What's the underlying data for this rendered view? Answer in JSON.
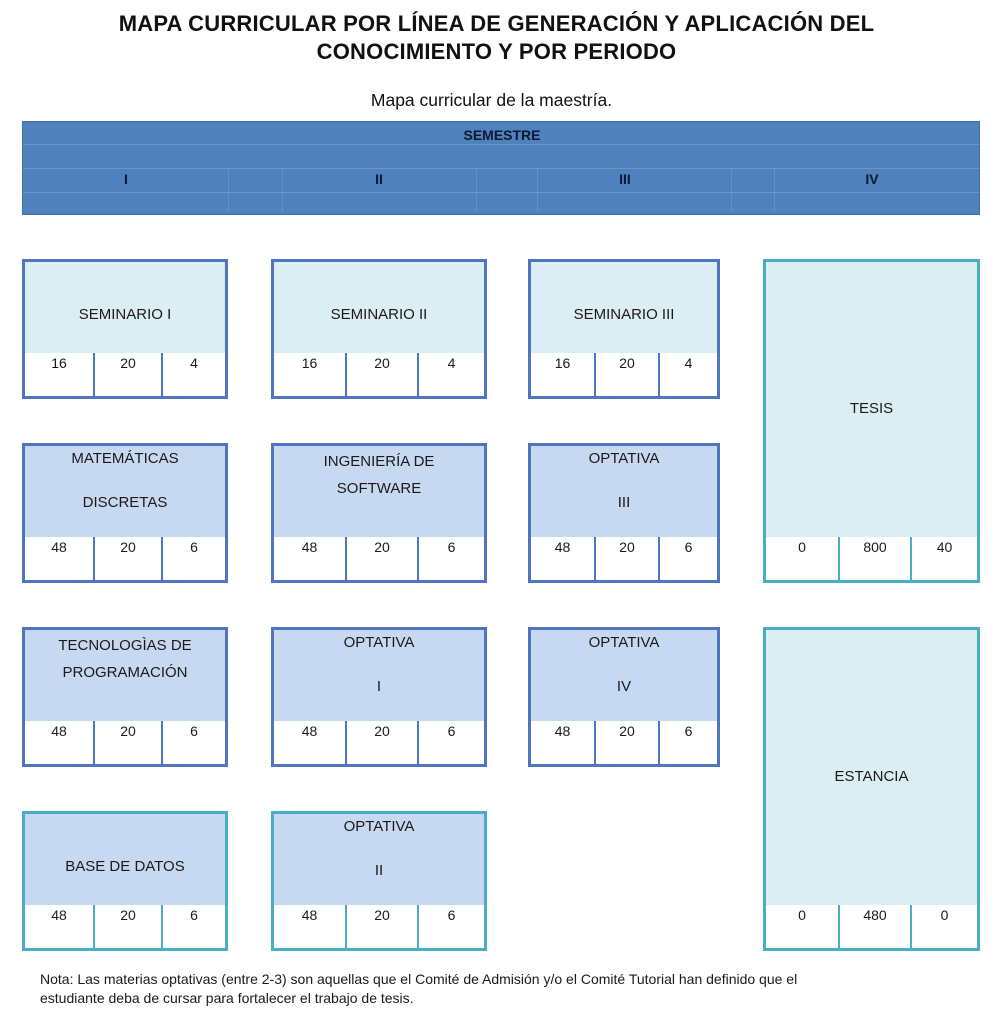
{
  "title_line1": "MAPA CURRICULAR POR LÍNEA DE GENERACIÓN Y APLICACIÓN DEL",
  "title_line2": "CONOCIMIENTO Y POR PERIODO",
  "subtitle": "Mapa curricular de la maestría.",
  "semester_header": "SEMESTRE",
  "semesters": [
    "I",
    "II",
    "III",
    "IV"
  ],
  "courses": {
    "seminario_1": {
      "lines": [
        "SEMINARIO I"
      ],
      "values": [
        "16",
        "20",
        "4"
      ]
    },
    "seminario_2": {
      "lines": [
        "SEMINARIO II"
      ],
      "values": [
        "16",
        "20",
        "4"
      ]
    },
    "seminario_3": {
      "lines": [
        "SEMINARIO III"
      ],
      "values": [
        "16",
        "20",
        "4"
      ]
    },
    "matematicas": {
      "lines": [
        "MATEMÁTICAS",
        "DISCRETAS"
      ],
      "values": [
        "48",
        "20",
        "6"
      ]
    },
    "ingenieria": {
      "lines": [
        "INGENIERÍA DE",
        "SOFTWARE"
      ],
      "values": [
        "48",
        "20",
        "6"
      ]
    },
    "optativa_3": {
      "lines": [
        "OPTATIVA",
        "III"
      ],
      "values": [
        "48",
        "20",
        "6"
      ]
    },
    "tecnologias": {
      "lines": [
        "TECNOLOGÌAS DE",
        "PROGRAMACIÓN"
      ],
      "values": [
        "48",
        "20",
        "6"
      ]
    },
    "optativa_1": {
      "lines": [
        "OPTATIVA",
        "I"
      ],
      "values": [
        "48",
        "20",
        "6"
      ]
    },
    "optativa_4": {
      "lines": [
        "OPTATIVA",
        "IV"
      ],
      "values": [
        "48",
        "20",
        "6"
      ]
    },
    "base_datos": {
      "lines": [
        "BASE DE DATOS"
      ],
      "values": [
        "48",
        "20",
        "6"
      ]
    },
    "optativa_2": {
      "lines": [
        "OPTATIVA",
        "II"
      ],
      "values": [
        "48",
        "20",
        "6"
      ]
    },
    "tesis": {
      "lines": [
        "TESIS"
      ],
      "values": [
        "0",
        "800",
        "40"
      ]
    },
    "estancia": {
      "lines": [
        "ESTANCIA"
      ],
      "values": [
        "0",
        "480",
        "0"
      ]
    }
  },
  "note_line1": "Nota: Las materias optativas (entre 2-3) son aquellas que el Comité de Admisión y/o el Comité Tutorial han definido que el",
  "note_line2": "estudiante deba de cursar para fortalecer el trabajo de tesis."
}
